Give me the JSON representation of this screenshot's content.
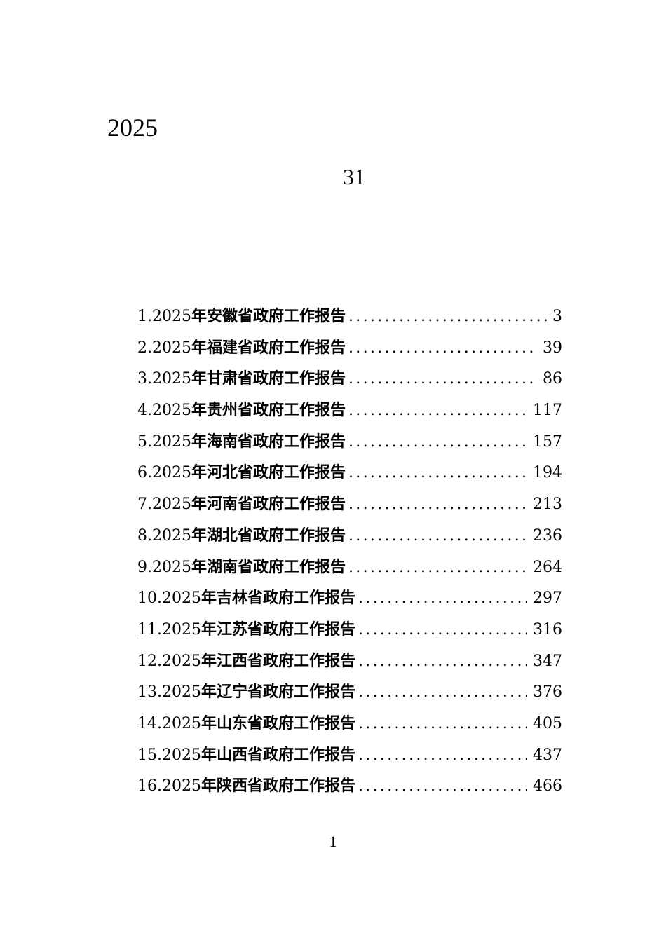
{
  "heading": {
    "year": "2025",
    "count": "31"
  },
  "toc": {
    "entries": [
      {
        "number": "1.",
        "year": "2025",
        "title": "年安徽省政府工作报告",
        "page": "3"
      },
      {
        "number": "2.",
        "year": "2025",
        "title": "年福建省政府工作报告",
        "page": "39"
      },
      {
        "number": "3.",
        "year": "2025",
        "title": "年甘肃省政府工作报告",
        "page": "86"
      },
      {
        "number": "4.",
        "year": "2025",
        "title": "年贵州省政府工作报告",
        "page": "117"
      },
      {
        "number": "5.",
        "year": "2025",
        "title": "年海南省政府工作报告",
        "page": "157"
      },
      {
        "number": "6.",
        "year": "2025",
        "title": "年河北省政府工作报告",
        "page": "194"
      },
      {
        "number": "7.",
        "year": "2025",
        "title": "年河南省政府工作报告",
        "page": "213"
      },
      {
        "number": "8.",
        "year": "2025",
        "title": "年湖北省政府工作报告",
        "page": "236"
      },
      {
        "number": "9.",
        "year": "2025",
        "title": "年湖南省政府工作报告",
        "page": "264"
      },
      {
        "number": "10.",
        "year": "2025",
        "title": "年吉林省政府工作报告",
        "page": "297"
      },
      {
        "number": "11.",
        "year": "2025",
        "title": "年江苏省政府工作报告",
        "page": "316"
      },
      {
        "number": "12.",
        "year": "2025",
        "title": "年江西省政府工作报告",
        "page": "347"
      },
      {
        "number": "13.",
        "year": "2025",
        "title": "年辽宁省政府工作报告",
        "page": "376"
      },
      {
        "number": "14.",
        "year": "2025",
        "title": "年山东省政府工作报告",
        "page": "405"
      },
      {
        "number": "15.",
        "year": "2025",
        "title": "年山西省政府工作报告",
        "page": "437"
      },
      {
        "number": "16.",
        "year": "2025",
        "title": "年陕西省政府工作报告",
        "page": "466"
      }
    ]
  },
  "footer": {
    "page_number": "1"
  }
}
